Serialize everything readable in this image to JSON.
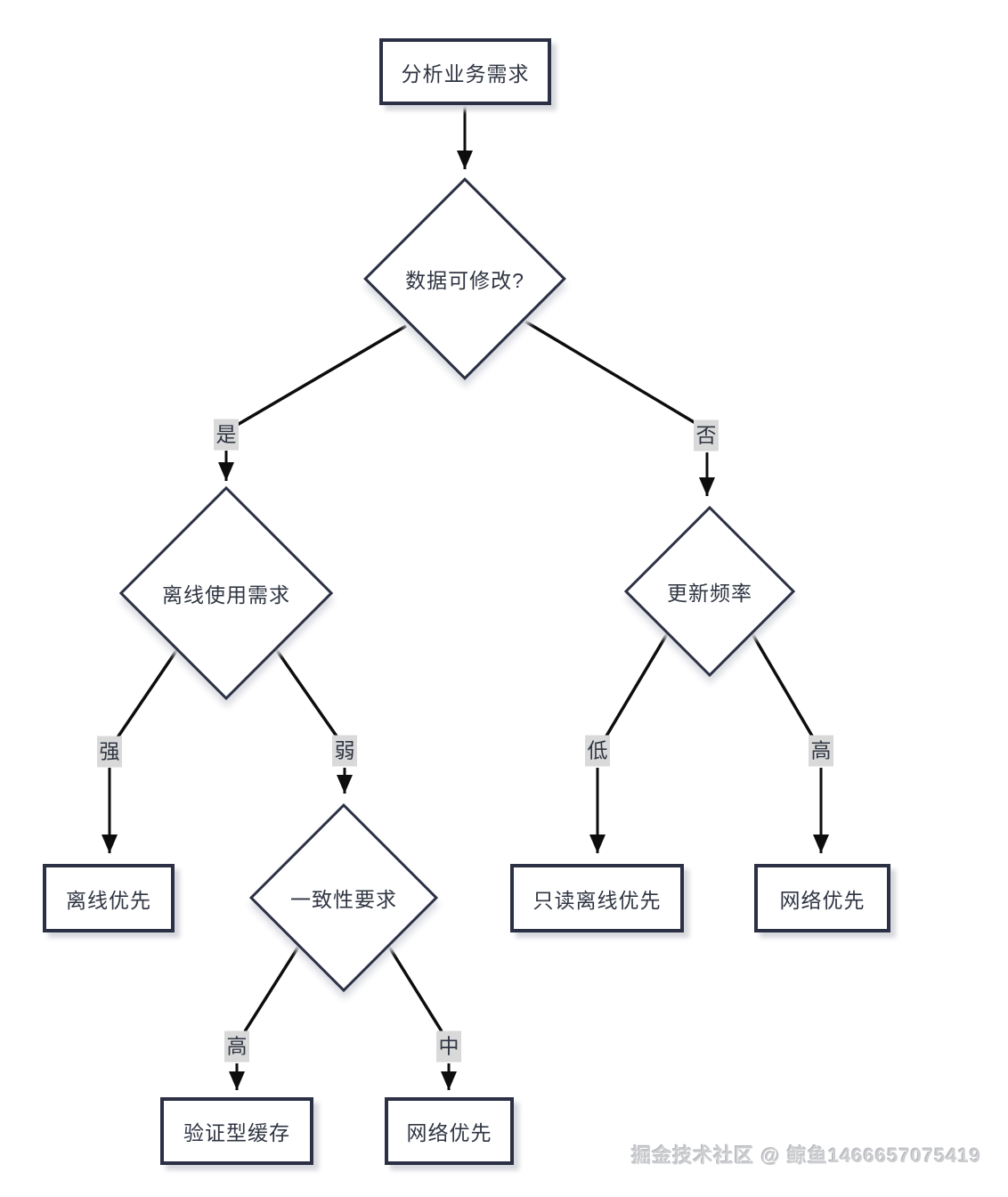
{
  "flowchart": {
    "nodes": {
      "analyze": {
        "label": "分析业务需求",
        "type": "process"
      },
      "modifiable": {
        "label": "数据可修改?",
        "type": "decision"
      },
      "offline_need": {
        "label": "离线使用需求",
        "type": "decision"
      },
      "update_freq": {
        "label": "更新频率",
        "type": "decision"
      },
      "consistency": {
        "label": "一致性要求",
        "type": "decision"
      },
      "offline_first": {
        "label": "离线优先",
        "type": "result"
      },
      "readonly_offline_first": {
        "label": "只读离线优先",
        "type": "result"
      },
      "network_first_right": {
        "label": "网络优先",
        "type": "result"
      },
      "validate_cache": {
        "label": "验证型缓存",
        "type": "result"
      },
      "network_first_bottom": {
        "label": "网络优先",
        "type": "result"
      }
    },
    "edge_labels": {
      "yes": "是",
      "no": "否",
      "strong": "强",
      "weak": "弱",
      "low": "低",
      "high_right": "高",
      "high_bottom": "高",
      "medium": "中"
    }
  },
  "watermark": "掘金技术社区 @ 鲸鱼1466657075419",
  "colors": {
    "node_border": "#2b3044",
    "node_text": "#2f3542",
    "connector_line": "#0d0d0d",
    "edge_label_bg": "#d9d9d9",
    "shadow": "#d9dbe1",
    "watermark_text": "#cbcdd0"
  }
}
